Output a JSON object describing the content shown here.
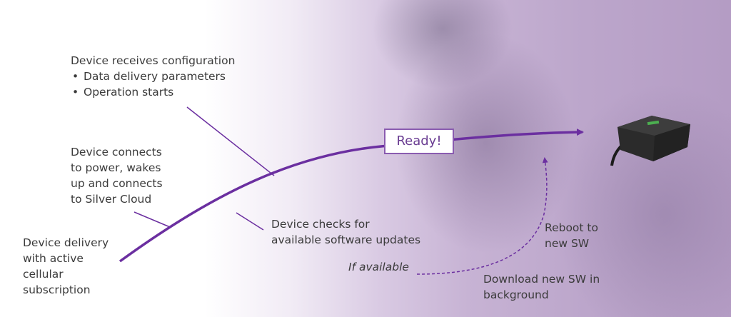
{
  "steps": {
    "delivery": "Device delivery\nwith active\ncellular\nsubscription",
    "connects": "Device connects\nto power, wakes\nup and connects\nto Silver Cloud",
    "config_title": "Device receives configuration",
    "config_items": [
      "Data delivery parameters",
      "Operation starts"
    ],
    "checks": "Device checks for\navailable software updates",
    "if_available": "If available",
    "download": "Download new SW in\nbackground",
    "reboot": "Reboot to\nnew SW",
    "ready": "Ready!"
  },
  "colors": {
    "accent": "#6b2fa0",
    "text": "#3b3b3b"
  },
  "icons": {
    "device": "gateway-device-icon"
  }
}
